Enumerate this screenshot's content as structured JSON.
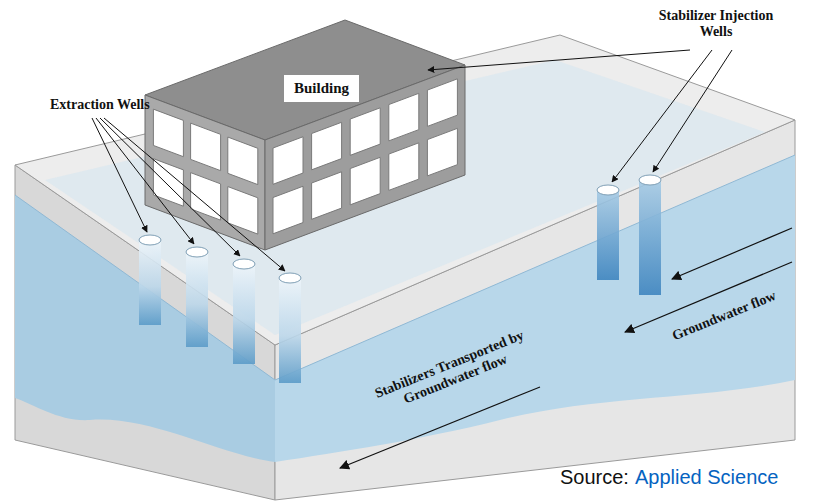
{
  "diagram": {
    "nodes": [
      {
        "text": [
          "Building"
        ]
      }
    ],
    "labels": [
      "Extraction Wells",
      "Stabilizer Injection Wells",
      "Stabilizers Transported by Groundwater flow",
      "Groundwater flow",
      "Source:",
      "Applied Science"
    ]
  }
}
